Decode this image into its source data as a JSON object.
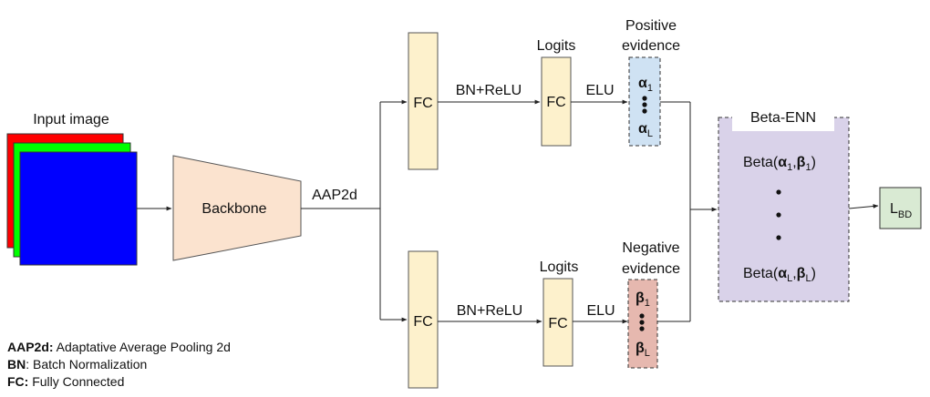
{
  "nodes": {
    "input_image": "Input image",
    "backbone": "Backbone",
    "aap2d": "AAP2d",
    "fc_top": "FC",
    "fc_bottom": "FC",
    "bn_relu_top": "BN+ReLU",
    "bn_relu_bottom": "BN+ReLU",
    "logits_top_title": "Logits",
    "logits_top_box": "FC",
    "logits_bottom_title": "Logits",
    "logits_bottom_box": "FC",
    "elu_top": "ELU",
    "elu_bottom": "ELU",
    "positive_evidence": [
      "Positive",
      "evidence"
    ],
    "negative_evidence": [
      "Negative",
      "evidence"
    ],
    "alpha_first": {
      "symbol": "α",
      "sub": "1"
    },
    "alpha_last": {
      "symbol": "α",
      "sub": "L"
    },
    "beta_first": {
      "symbol": "β",
      "sub": "1"
    },
    "beta_last": {
      "symbol": "β",
      "sub": "L"
    },
    "beta_enn_title": "Beta-ENN",
    "beta_first_term": {
      "func": "Beta(",
      "a": "α",
      "a_sub": "1",
      "sep": ",",
      "b": "β",
      "b_sub": "1",
      "close": ")"
    },
    "beta_last_term": {
      "func": "Beta(",
      "a": "α",
      "a_sub": "L",
      "sep": ",",
      "b": "β",
      "b_sub": "L",
      "close": ")"
    },
    "loss": {
      "symbol": "L",
      "sub": "BD"
    }
  },
  "legend": [
    {
      "abbr": "AAP2d:",
      "text": " Adaptative Average Pooling 2d"
    },
    {
      "abbr": "BN",
      "text": ": Batch Normalization"
    },
    {
      "abbr": "FC:",
      "text": " Fully Connected"
    }
  ],
  "colors": {
    "image_red": "#ff0000",
    "image_green": "#00ff00",
    "image_blue": "#0000ff",
    "backbone": "#fbe3cf",
    "fc": "#fdf1cc",
    "positive": "#cfe2f3",
    "negative": "#e6b8af",
    "beta_enn": "#d9d2e9",
    "loss": "#d9ead3"
  }
}
